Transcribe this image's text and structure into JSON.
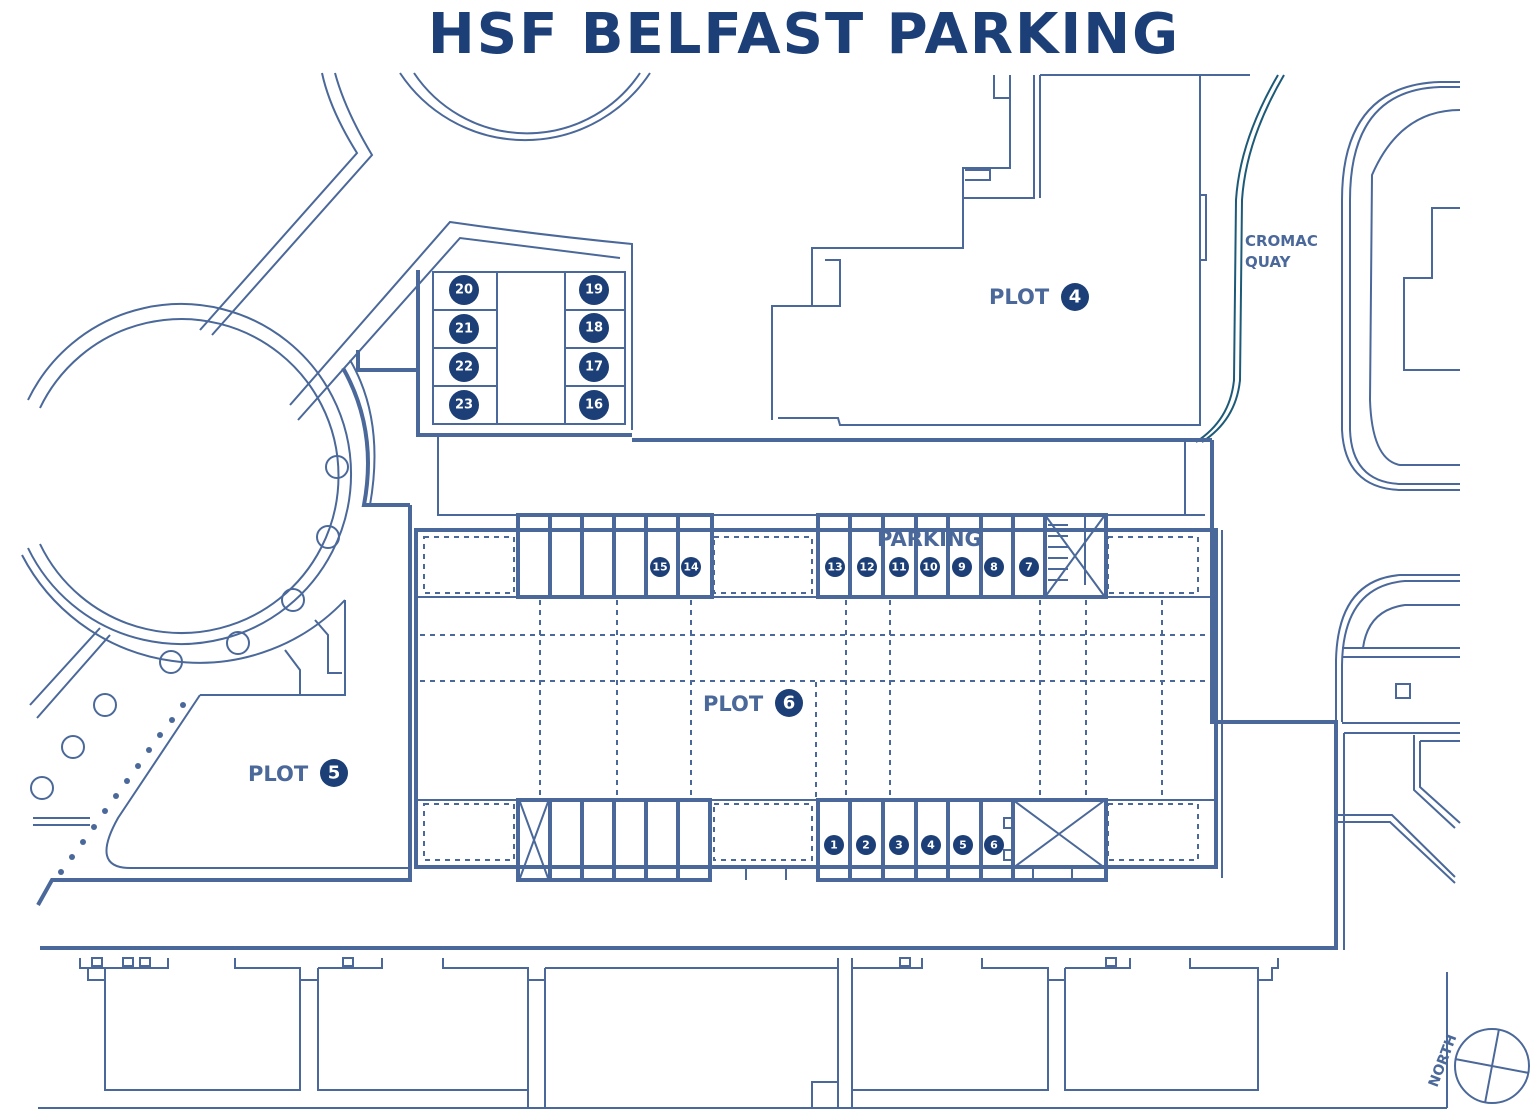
{
  "title": "HSF BELFAST PARKING",
  "labels": {
    "parking": "PARKING",
    "street_line1": "CROMAC",
    "street_line2": "QUAY",
    "north": "NORTH"
  },
  "plots": [
    {
      "label": "PLOT",
      "number": "4"
    },
    {
      "label": "PLOT",
      "number": "5"
    },
    {
      "label": "PLOT",
      "number": "6"
    }
  ],
  "spaces": {
    "bottom_row": [
      "1",
      "2",
      "3",
      "4",
      "5",
      "6"
    ],
    "top_row_right": [
      "13",
      "12",
      "11",
      "10",
      "9",
      "8",
      "7"
    ],
    "top_row_left": [
      "15",
      "14"
    ],
    "annex_right": [
      "19",
      "18",
      "17",
      "16"
    ],
    "annex_left": [
      "20",
      "21",
      "22",
      "23"
    ]
  },
  "colors": {
    "badge": "#1d3f77",
    "line": "#4a6899",
    "title": "#1d3f77",
    "water": "#1d5a78"
  }
}
